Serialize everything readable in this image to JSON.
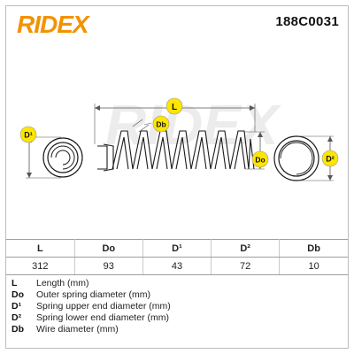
{
  "brand": "RIDEX",
  "watermark": "RIDEX",
  "part_number": "188C0031",
  "colors": {
    "brand_orange": "#f39200",
    "label_yellow": "#ffe500",
    "line": "#1a1a1a",
    "dim_line": "#555555"
  },
  "diagram": {
    "labels": {
      "L": "L",
      "Db": "Db",
      "D1": "D¹",
      "D2": "D²",
      "Do": "Do"
    }
  },
  "specs": {
    "headers": [
      "L",
      "Do",
      "D¹",
      "D²",
      "Db"
    ],
    "values": [
      "312",
      "93",
      "43",
      "72",
      "10"
    ]
  },
  "legend": [
    {
      "symbol": "L",
      "description": "Length (mm)"
    },
    {
      "symbol": "Do",
      "description": "Outer spring diameter (mm)"
    },
    {
      "symbol": "D¹",
      "description": "Spring upper end diameter (mm)"
    },
    {
      "symbol": "D²",
      "description": "Spring lower end diameter (mm)"
    },
    {
      "symbol": "Db",
      "description": "Wire diameter (mm)"
    }
  ]
}
